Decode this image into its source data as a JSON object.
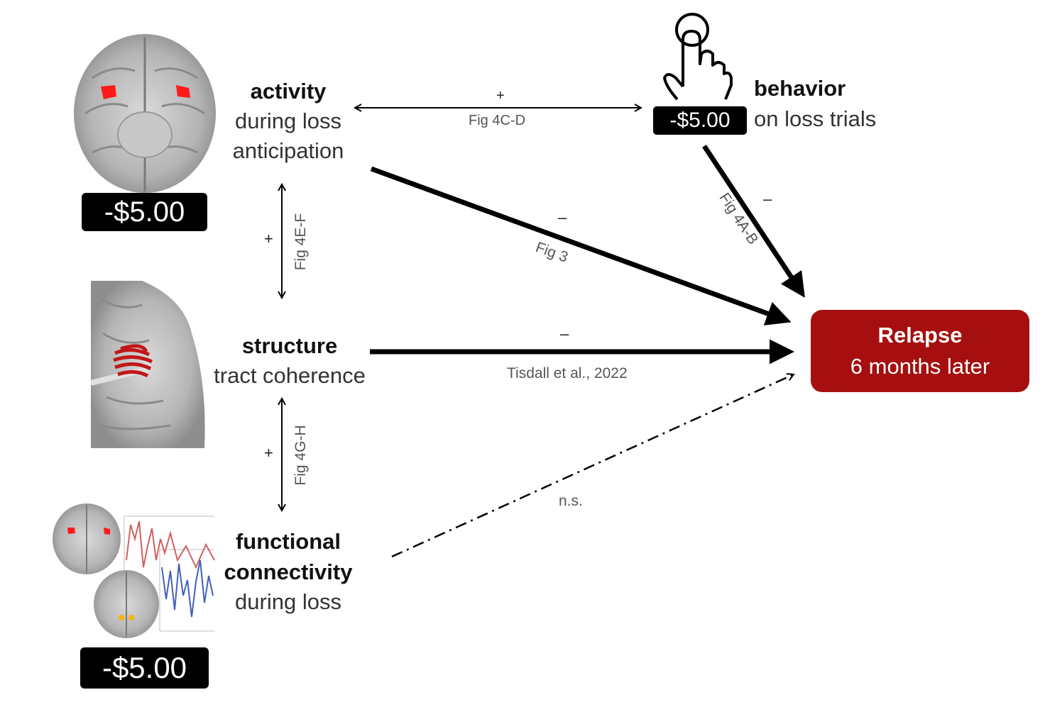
{
  "nodes": {
    "activity": {
      "title": "activity",
      "line1": "during loss",
      "line2": "anticipation",
      "money": "-$5.00"
    },
    "behavior": {
      "title": "behavior",
      "line1": "on loss trials",
      "money": "-$5.00"
    },
    "structure": {
      "title": "structure",
      "line1": "tract coherence"
    },
    "functional": {
      "title1": "functional",
      "title2": "connectivity",
      "line1": "during loss",
      "money": "-$5.00"
    },
    "relapse": {
      "title": "Relapse",
      "line1": "6 months later"
    }
  },
  "edges": {
    "activity_behavior": {
      "sign": "+",
      "label": "Fig 4C-D"
    },
    "activity_relapse": {
      "sign": "–",
      "label": "Fig 3"
    },
    "behavior_relapse": {
      "sign": "–",
      "label": "Fig 4A-B"
    },
    "activity_structure": {
      "sign": "+",
      "label": "Fig 4E-F"
    },
    "structure_relapse": {
      "sign": "–",
      "label": "Tisdall et al., 2022"
    },
    "structure_functional": {
      "sign": "+",
      "label": "Fig 4G-H"
    },
    "functional_relapse": {
      "label": "n.s."
    }
  },
  "colors": {
    "relapse": "#a50f0f",
    "highlight": "#e81010",
    "brain_gray": "#9a9a9a",
    "money_bg": "#000000"
  },
  "icons": [
    "brain-axial-image",
    "brain-sagittal-tract-image",
    "brain-connectivity-image",
    "hand-pointer-icon"
  ]
}
